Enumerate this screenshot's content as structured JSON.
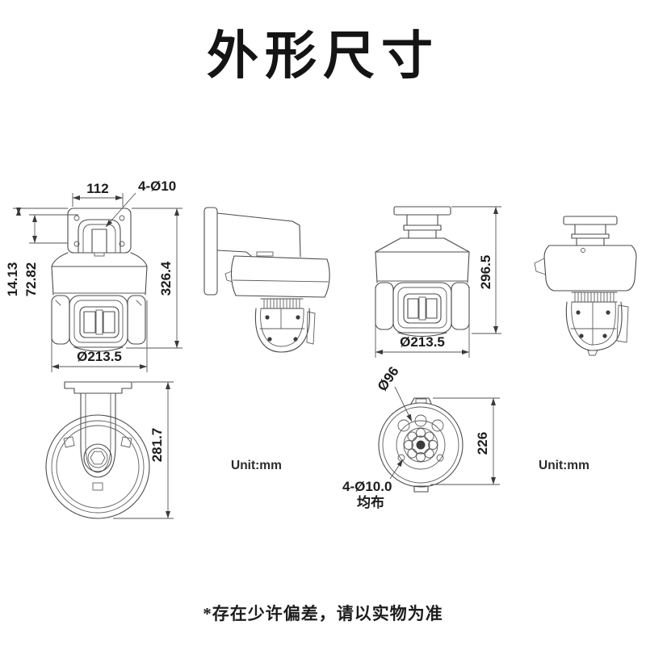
{
  "page": {
    "title": "外形尺寸",
    "footnote": "*存在少许偏差，请以实物为准"
  },
  "units": {
    "left": "Unit:mm",
    "right": "Unit:mm"
  },
  "colors": {
    "line": "#4b4b4b",
    "text": "#1c1c1c",
    "background": "#ffffff"
  },
  "views": {
    "front_wall_mount": {
      "dims": {
        "bracket_width": "112",
        "mount_holes": "4-Ø10",
        "top_offset": "14.13",
        "bracket_height": "72.82",
        "total_height": "326.4",
        "body_diameter": "Ø213.5"
      }
    },
    "front_pendant": {
      "dims": {
        "total_height": "296.5",
        "body_diameter": "Ø213.5"
      }
    },
    "side_profile": {
      "dims": {
        "total_height": "281.7"
      }
    },
    "bottom": {
      "dims": {
        "inner_diameter": "Ø96",
        "body_depth": "226",
        "mount_holes": "4-Ø10.0",
        "mount_holes_note": "均布"
      }
    }
  }
}
